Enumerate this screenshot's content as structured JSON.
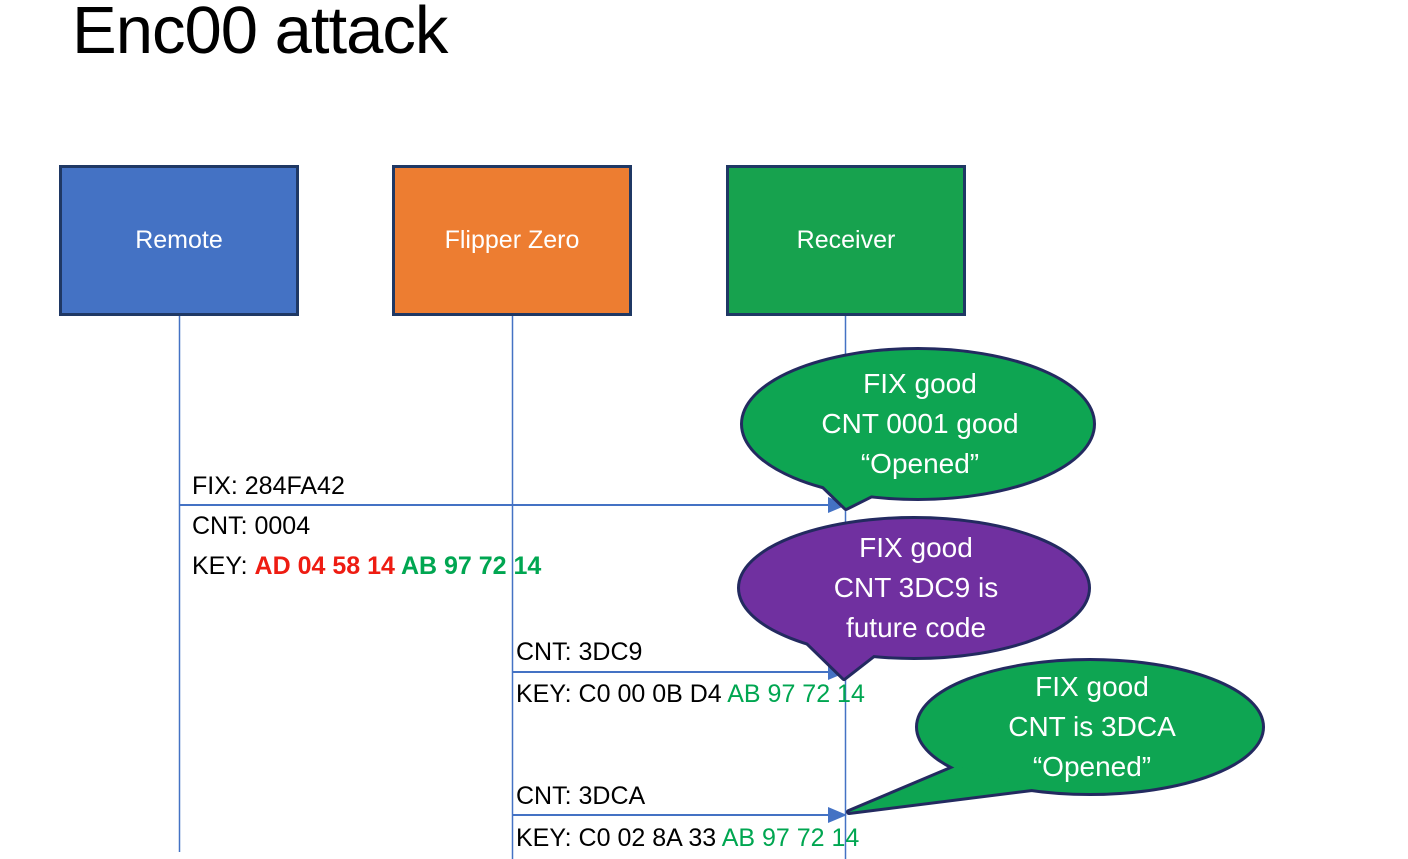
{
  "title": "Enc00 attack",
  "actors": [
    {
      "name": "Remote",
      "color": "#4472C4"
    },
    {
      "name": "Flipper Zero",
      "color": "#ED7D31"
    },
    {
      "name": "Receiver",
      "color": "#17A24E"
    }
  ],
  "messages": [
    {
      "above": "FIX: 284FA42",
      "line2": "CNT: 0004",
      "key": {
        "prefix": "KEY: ",
        "red": "AD 04 58 14 ",
        "green": "AB 97 72 14"
      }
    },
    {
      "above": "CNT: 3DC9",
      "key": {
        "prefix": "KEY: C0 00 0B D4 ",
        "green": "AB 97 72 14"
      }
    },
    {
      "above": "CNT: 3DCA",
      "key": {
        "prefix": "KEY: C0 02 8A 33 ",
        "green": "AB 97 72 14"
      }
    }
  ],
  "callouts": [
    {
      "color": "#0EA552",
      "lines": [
        "FIX good",
        "CNT 0001 good",
        "“Opened”"
      ]
    },
    {
      "color": "#7030A0",
      "lines": [
        "FIX good",
        "CNT 3DC9 is",
        "future code"
      ]
    },
    {
      "color": "#0EA552",
      "lines": [
        "FIX good",
        "CNT is 3DCA",
        "“Opened”"
      ]
    }
  ],
  "colors": {
    "connector": "#4472C4",
    "actor_border": "#1F3864",
    "callout_border": "#232A60",
    "key_red": "#EE1C12",
    "key_green": "#00A651",
    "title_text": "#000000",
    "bubble_text": "#FFFFFF"
  }
}
